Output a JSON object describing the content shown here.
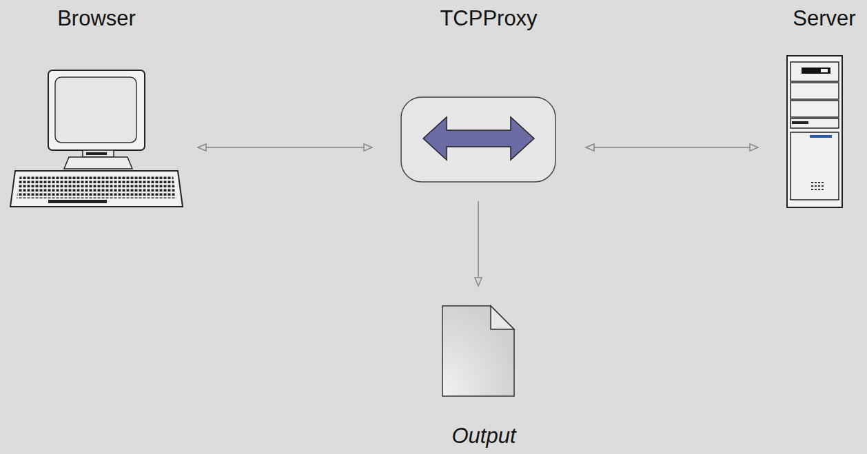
{
  "diagram": {
    "nodes": [
      {
        "text": [
          "Browser"
        ]
      },
      {
        "text": [
          "TCPProxy"
        ]
      },
      {
        "text": [
          "Server"
        ]
      },
      {
        "text": [
          "Output"
        ]
      }
    ],
    "edges": [
      {
        "from": 0,
        "to": 1,
        "arrow": "both"
      },
      {
        "from": 1,
        "to": 2,
        "arrow": "both"
      },
      {
        "from": 1,
        "to": 3,
        "arrow": "to"
      }
    ]
  }
}
